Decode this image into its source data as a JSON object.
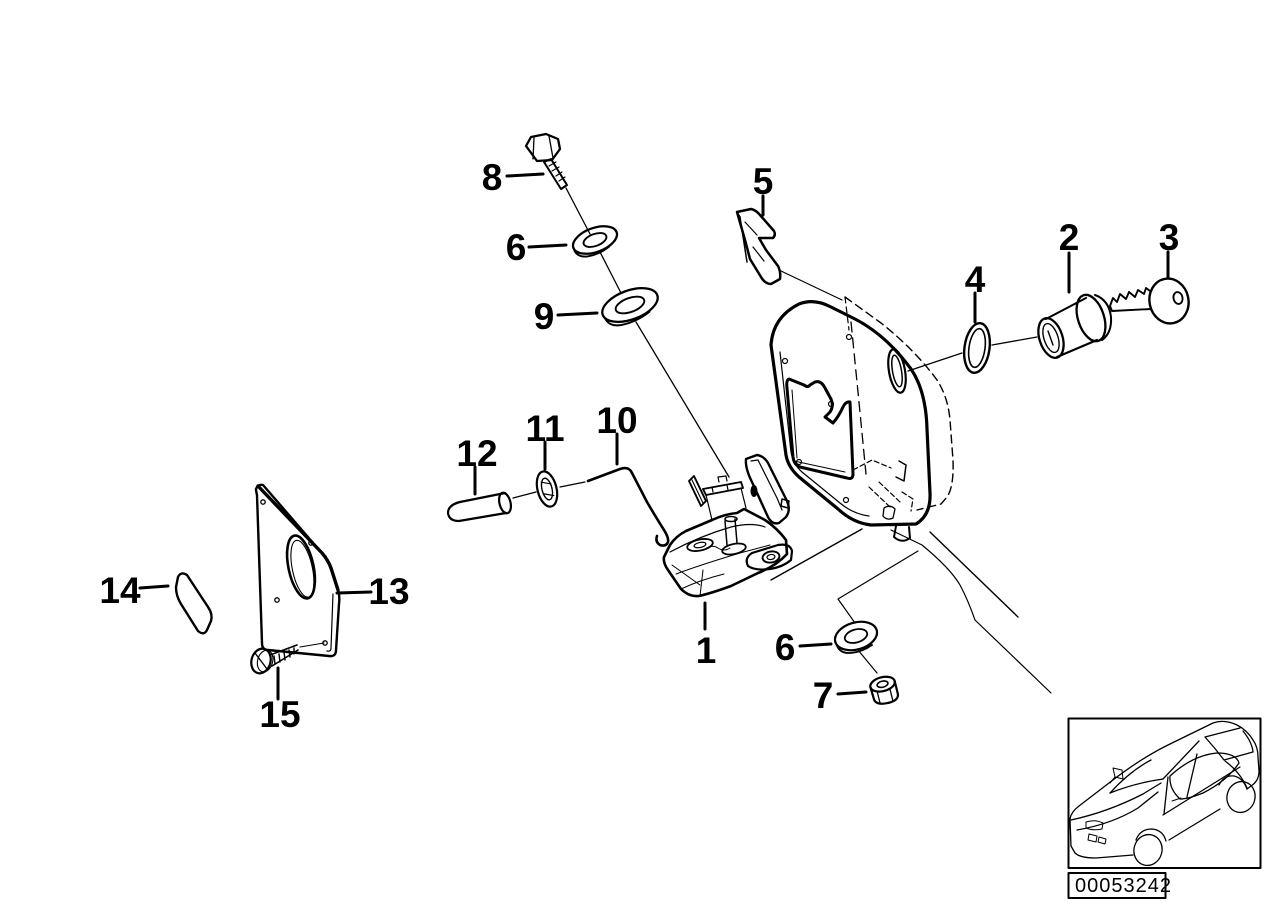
{
  "page": {
    "background_color": "#ffffff",
    "line_color": "#000000",
    "description": "Exploded parts diagram of trunk lid lock / rear latch with lock cylinder and key"
  },
  "callouts": {
    "n1": {
      "text": "1"
    },
    "n2": {
      "text": "2"
    },
    "n3": {
      "text": "3"
    },
    "n4": {
      "text": "4"
    },
    "n5": {
      "text": "5"
    },
    "n6a": {
      "text": "6"
    },
    "n6b": {
      "text": "6"
    },
    "n7": {
      "text": "7"
    },
    "n8": {
      "text": "8"
    },
    "n9": {
      "text": "9"
    },
    "n10": {
      "text": "10"
    },
    "n11": {
      "text": "11"
    },
    "n12": {
      "text": "12"
    },
    "n13": {
      "text": "13"
    },
    "n14": {
      "text": "14"
    },
    "n15": {
      "text": "15"
    }
  },
  "stamp": {
    "number": "00053242"
  },
  "icons": {
    "car_thumbnail": "sedan-outline-icon"
  }
}
